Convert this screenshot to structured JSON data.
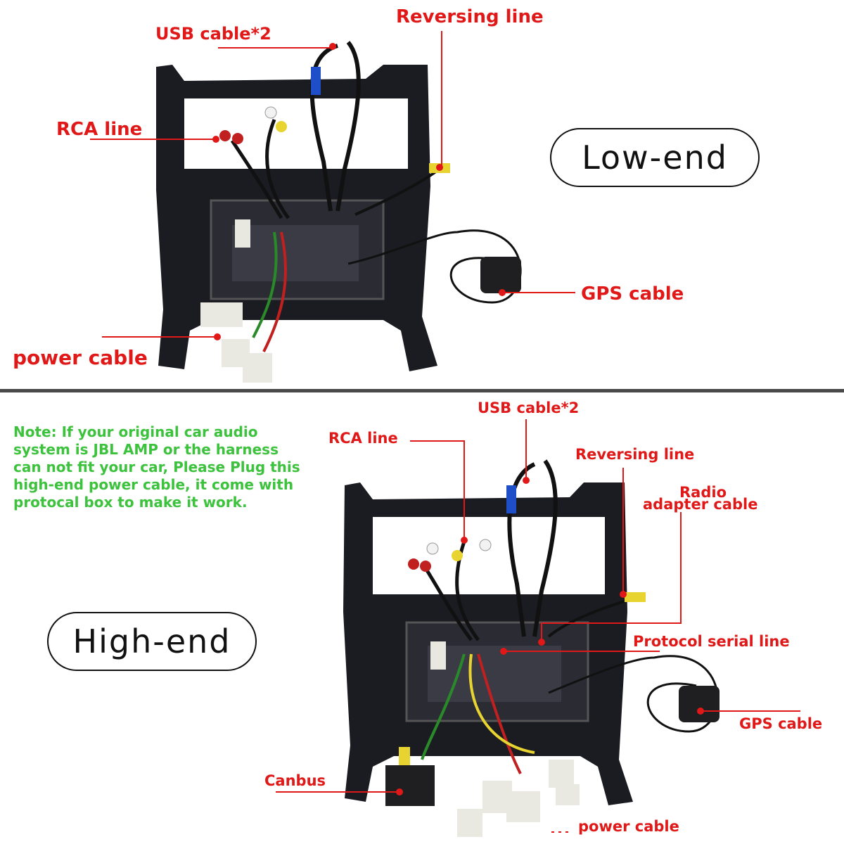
{
  "top": {
    "edition_label": "Low-end",
    "labels": {
      "usb_cable": "USB cable*2",
      "reversing_line": "Reversing line",
      "rca_line": "RCA line",
      "gps_cable": "GPS cable",
      "power_cable": "power cable"
    }
  },
  "bottom": {
    "edition_label": "High-end",
    "note": "Note: If your original car audio system is JBL AMP or the harness can not fit your car, Please Plug this high-end power cable, it come with protocal box to make it work.",
    "labels": {
      "usb_cable": "USB cable*2",
      "rca_line": "RCA line",
      "reversing_line": "Reversing line",
      "radio_adapter_cable_line1": "Radio",
      "radio_adapter_cable_line2": "adapter cable",
      "protocol_serial_line": "Protocol serial line",
      "gps_cable": "GPS cable",
      "canbus": "Canbus",
      "power_cable": "power cable"
    }
  },
  "colors": {
    "label_red": "#e01818",
    "note_green": "#3cc23c",
    "divider": "#4a4a4a",
    "unit_black": "#1b1c22"
  }
}
